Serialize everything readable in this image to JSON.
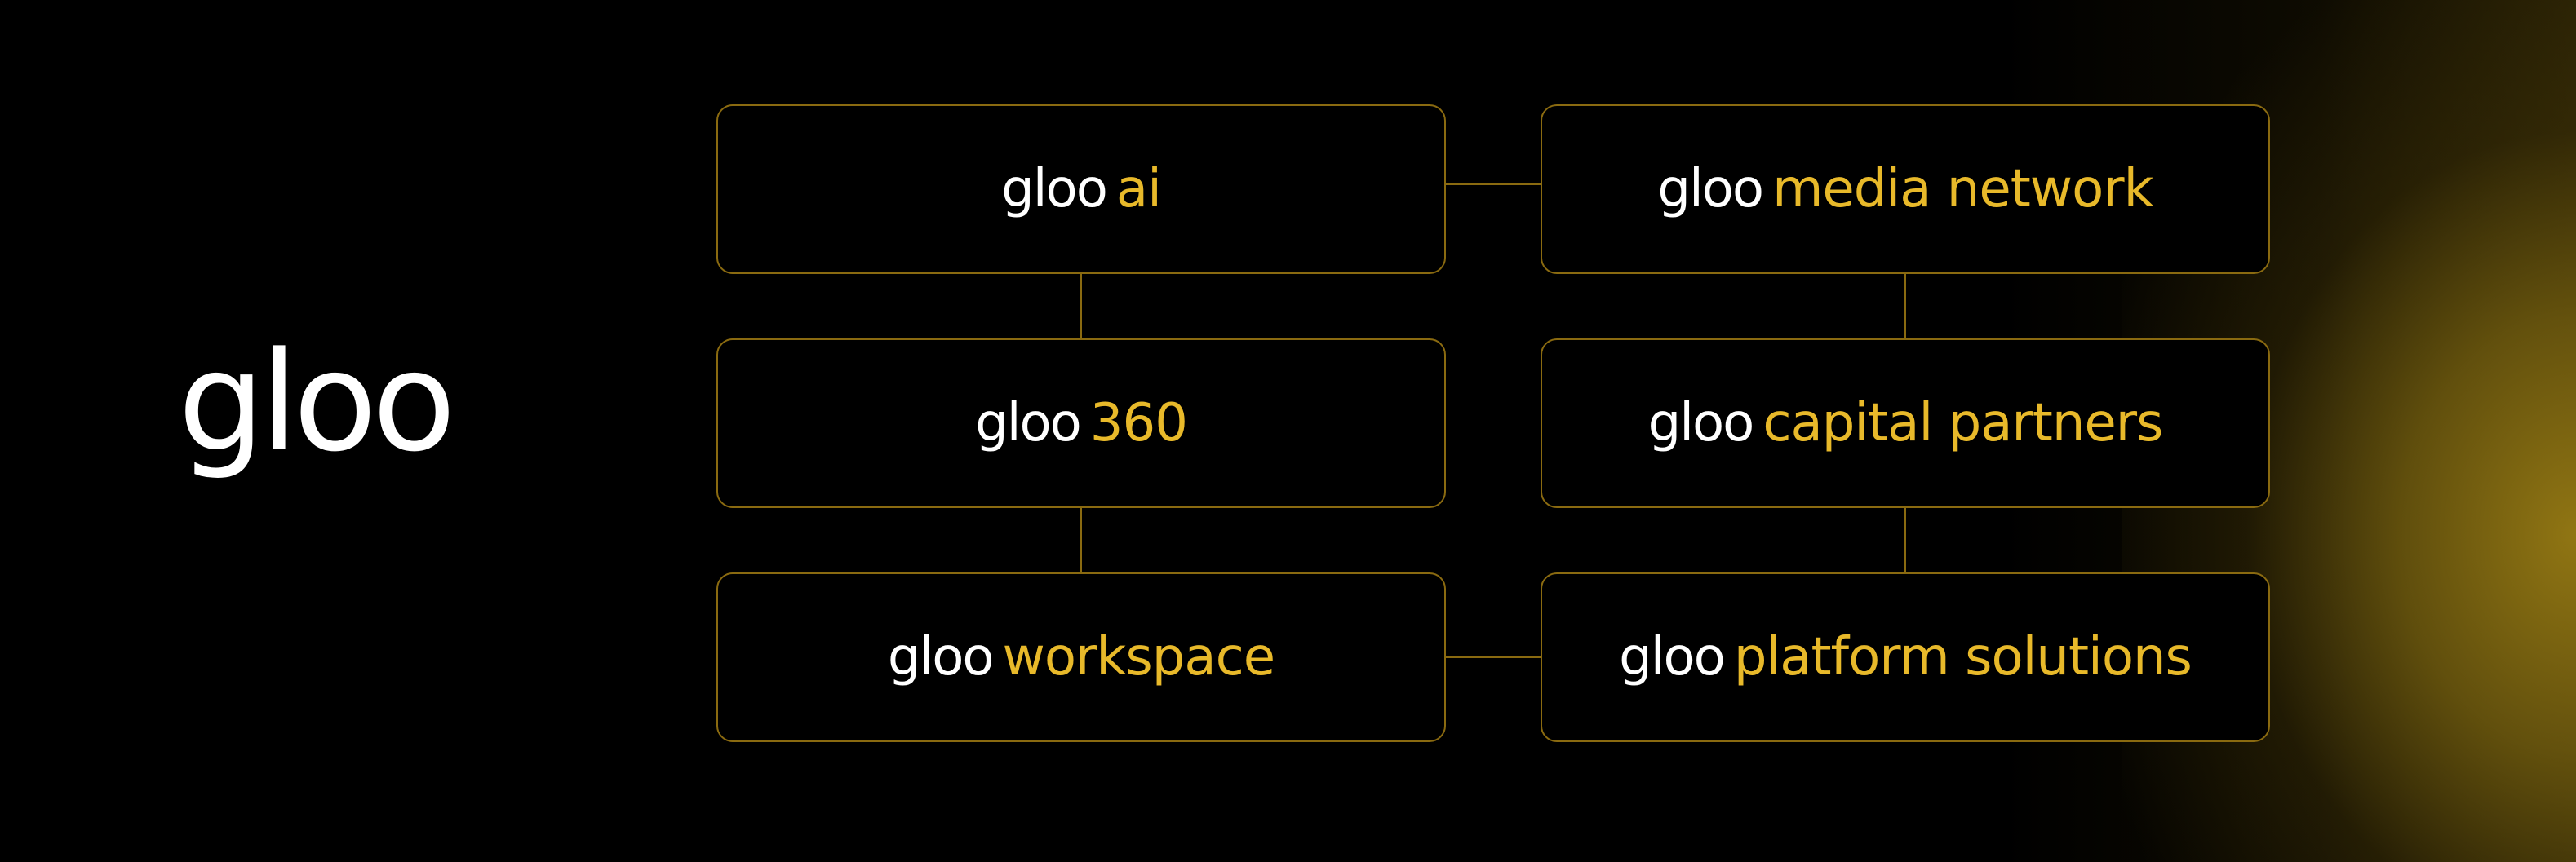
{
  "brand": {
    "logo_text": "gloo"
  },
  "colors": {
    "background": "#000000",
    "brand_text": "#ffffff",
    "accent": "#e8b92a",
    "border": "#8a6a10",
    "glow": "#967a14"
  },
  "nodes": [
    {
      "prefix": "gloo",
      "product": "ai"
    },
    {
      "prefix": "gloo",
      "product": "media network"
    },
    {
      "prefix": "gloo",
      "product": "360"
    },
    {
      "prefix": "gloo",
      "product": "capital partners"
    },
    {
      "prefix": "gloo",
      "product": "workspace"
    },
    {
      "prefix": "gloo",
      "product": "platform solutions"
    }
  ]
}
